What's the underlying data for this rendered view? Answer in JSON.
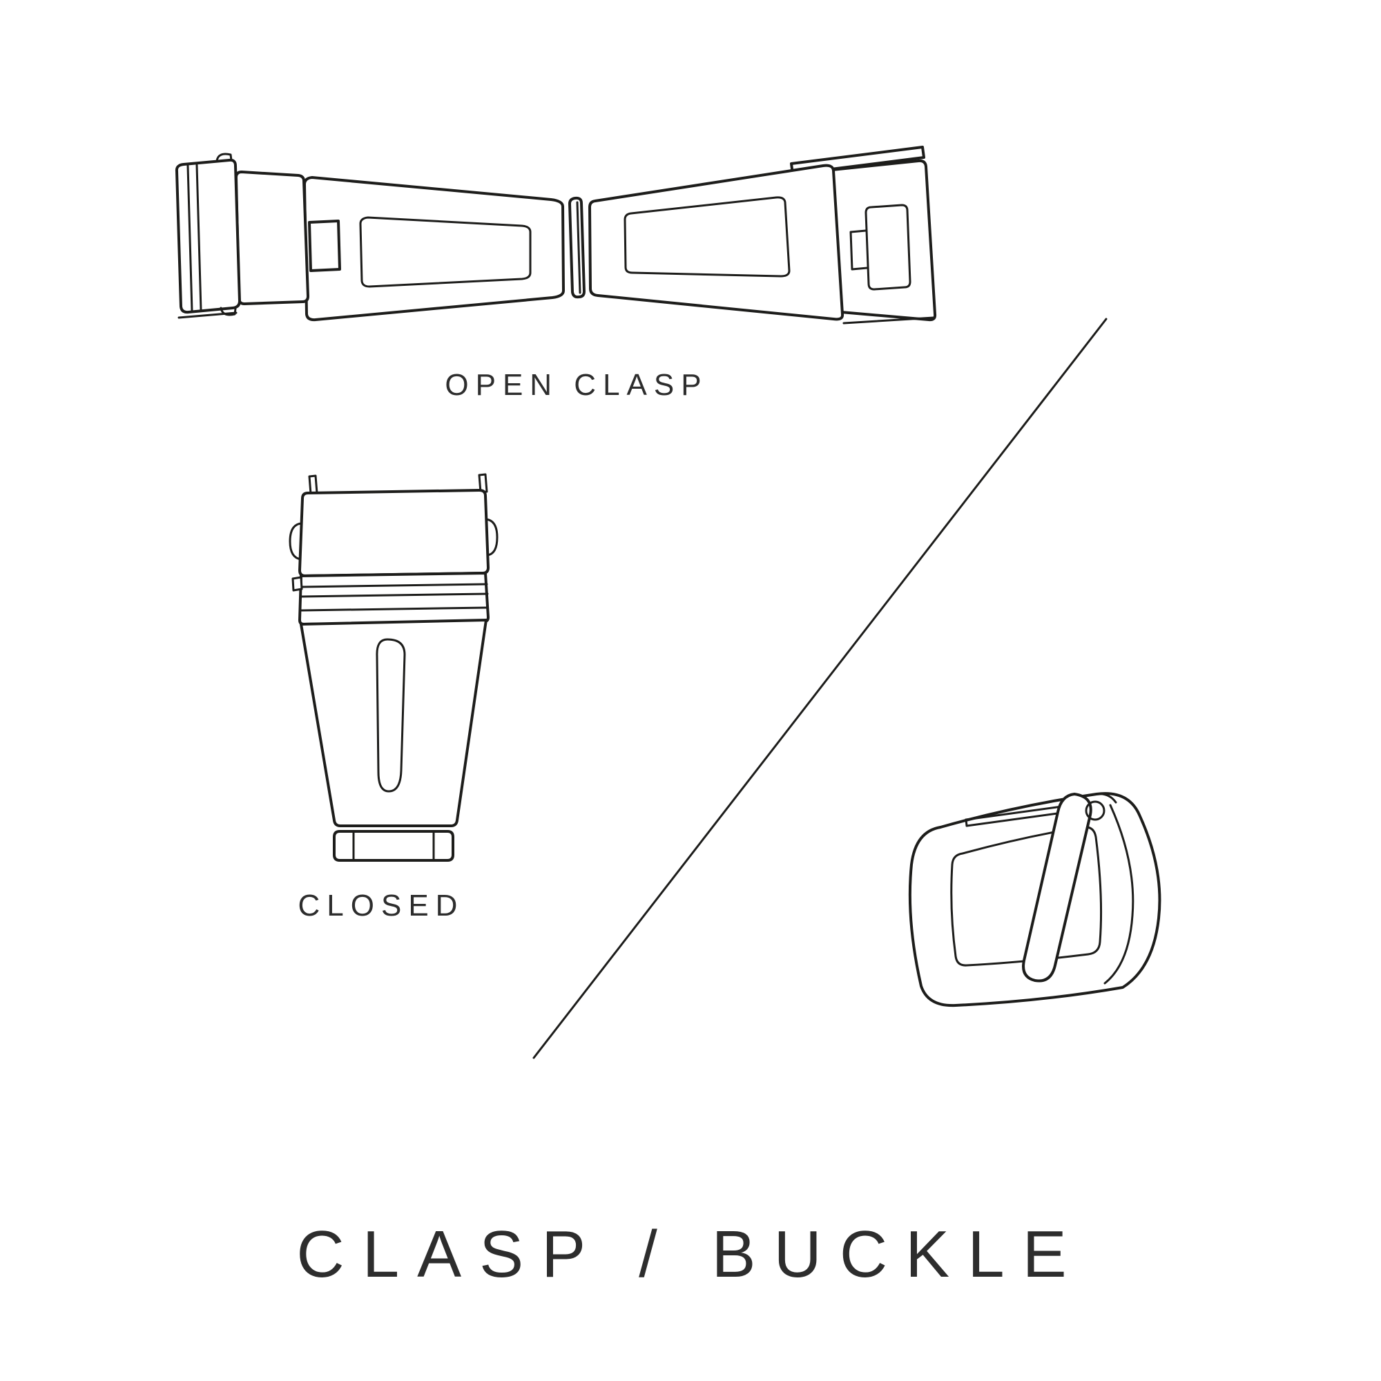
{
  "palette": {
    "background": "#ffffff",
    "line": "#1d1d1b",
    "text": "#2d2d2d"
  },
  "diagram": {
    "open_clasp": {
      "label": "OPEN CLASP",
      "icon": "open-clasp-illustration"
    },
    "closed_clasp": {
      "label": "CLOSED",
      "icon": "closed-clasp-illustration"
    },
    "buckle": {
      "icon": "tang-buckle-illustration"
    },
    "divider": {
      "icon": "diagonal-divider-line"
    },
    "title": "CLASP / BUCKLE"
  }
}
